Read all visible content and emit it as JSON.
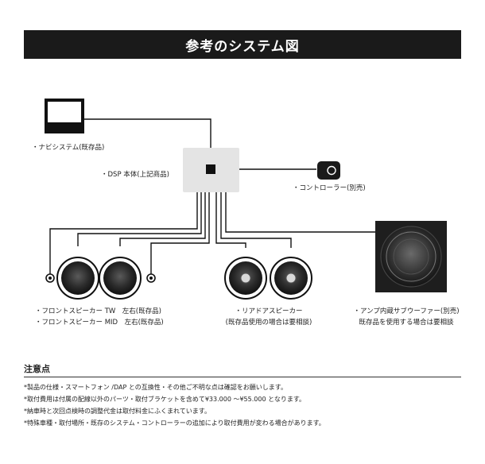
{
  "header": {
    "title": "参考のシステム図"
  },
  "components": {
    "navi": "・ナビシステム(既存品)",
    "dsp": "・DSP 本体(上記商品)",
    "controller": "・コントローラー(別売)",
    "front_tw": "・フロントスピーカー TW　左右(既存品)",
    "front_mid": "・フロントスピーカー MID　左右(既存品)",
    "rear_1": "・リアドアスピーカー",
    "rear_2": "(既存品使用の場合は要相談)",
    "sub_1": "・アンプ内蔵サブウーファー(別売)",
    "sub_2": "既存品を使用する場合は要相談"
  },
  "notes": {
    "title": "注意点",
    "items": [
      "*製品の仕様・スマートフォン /DAP との互換性・その他ご不明な点は確認をお願いします。",
      "*取付費用は付属の配線以外のパーツ・取付ブラケットを含めて¥33.000 ～¥55.000 となります。",
      "*納車時と次回点検時の調整代金は取付料金にふくまれています。",
      "*特殊車種・取付場所・既存のシステム・コントローラーの追加により取付費用が変わる場合があります。"
    ]
  },
  "colors": {
    "banner": "#1a1a1a",
    "dsp_box": "#e4e4e4",
    "line": "#111111"
  }
}
